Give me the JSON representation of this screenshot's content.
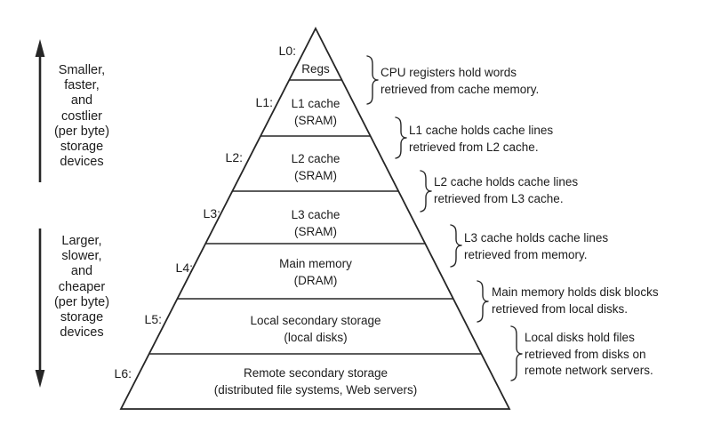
{
  "left_panel": {
    "up_arrow_label": {
      "lines": [
        "Smaller,",
        "faster,",
        "and",
        "costlier",
        "(per byte)",
        "storage",
        "devices"
      ]
    },
    "down_arrow_label": {
      "lines": [
        "Larger,",
        "slower,",
        "and",
        "cheaper",
        "(per byte)",
        "storage",
        "devices"
      ]
    }
  },
  "pyramid": {
    "levels": [
      {
        "label": "L0:",
        "name": "Regs",
        "detail": ""
      },
      {
        "label": "L1:",
        "name": "L1 cache",
        "detail": "(SRAM)"
      },
      {
        "label": "L2:",
        "name": "L2 cache",
        "detail": "(SRAM)"
      },
      {
        "label": "L3:",
        "name": "L3 cache",
        "detail": "(SRAM)"
      },
      {
        "label": "L4:",
        "name": "Main memory",
        "detail": "(DRAM)"
      },
      {
        "label": "L5:",
        "name": "Local secondary storage",
        "detail": "(local disks)"
      },
      {
        "label": "L6:",
        "name": "Remote secondary storage",
        "detail": "(distributed file systems, Web servers)"
      }
    ]
  },
  "annotations": [
    {
      "lines": [
        "CPU registers hold words",
        "retrieved from cache memory."
      ]
    },
    {
      "lines": [
        "L1 cache holds cache lines",
        "retrieved from L2 cache."
      ]
    },
    {
      "lines": [
        "L2 cache holds cache lines",
        "retrieved from L3 cache."
      ]
    },
    {
      "lines": [
        "L3 cache holds cache lines",
        "retrieved from memory."
      ]
    },
    {
      "lines": [
        "Main memory holds disk blocks",
        "retrieved from local disks."
      ]
    },
    {
      "lines": [
        "Local disks hold files",
        "retrieved from disks on",
        "remote network servers."
      ]
    }
  ],
  "colors": {
    "ink": "#1c1c1c",
    "line": "#262626"
  }
}
